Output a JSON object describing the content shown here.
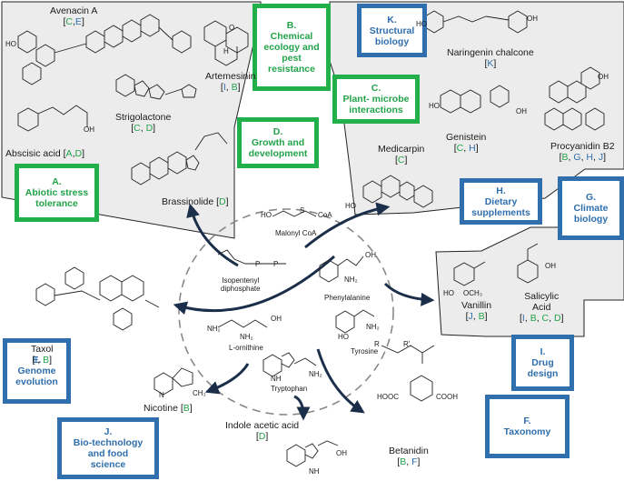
{
  "colors": {
    "green": "#22b04b",
    "blue": "#2f6fad",
    "panel": "#ececec",
    "arrow": "#1c2f4a",
    "text": "#1a1a1a"
  },
  "boxes": {
    "A": "A.\nAbiotic stress\ntolerance",
    "B": "B.\nChemical\necology and\npest\nresistance",
    "C": "C.\nPlant- microbe\ninteractions",
    "D": "D.\nGrowth and\ndevelopment",
    "E": "E.\nGenome\nevolution",
    "F": "F.\nTaxonomy",
    "G": "G.\nClimate\nbiology",
    "H": "H.\nDietary\nsupplements",
    "I": "I.\nDrug\ndesign",
    "J": "J.\nBio-technology\nand food\nscience",
    "K": "K.\nStructural\nbiology"
  },
  "compounds": {
    "avenacin": {
      "name": "Avenacin A",
      "refs": [
        {
          "t": "C",
          "c": "green"
        },
        {
          "t": "E",
          "c": "blue"
        }
      ]
    },
    "artemesinin": {
      "name": "Artemesinin",
      "refs": [
        {
          "t": "I",
          "c": "blue"
        },
        {
          "t": "B",
          "c": "green"
        }
      ]
    },
    "strigolactone": {
      "name": "Strigolactone",
      "refs": [
        {
          "t": "C",
          "c": "green"
        },
        {
          "t": "D",
          "c": "green"
        }
      ]
    },
    "abscisic": {
      "name": "Abscisic acid",
      "refs": [
        {
          "t": "A",
          "c": "green"
        },
        {
          "t": "D",
          "c": "green"
        }
      ]
    },
    "brassinolide": {
      "name": "Brassinolide",
      "refs": [
        {
          "t": "D",
          "c": "green"
        }
      ]
    },
    "naringenin": {
      "name": "Naringenin chalcone",
      "refs": [
        {
          "t": "K",
          "c": "blue"
        }
      ]
    },
    "genistein": {
      "name": "Genistein",
      "refs": [
        {
          "t": "C",
          "c": "green"
        },
        {
          "t": "H",
          "c": "blue"
        }
      ]
    },
    "medicarpin": {
      "name": "Medicarpin",
      "refs": [
        {
          "t": "C",
          "c": "green"
        }
      ]
    },
    "procyanidin": {
      "name": "Procyanidin B2",
      "refs": [
        {
          "t": "B",
          "c": "green"
        },
        {
          "t": "G",
          "c": "blue"
        },
        {
          "t": "H",
          "c": "blue"
        },
        {
          "t": "J",
          "c": "blue"
        }
      ]
    },
    "taxol": {
      "name": "Taxol",
      "refs": [
        {
          "t": "I",
          "c": "blue"
        },
        {
          "t": "B",
          "c": "green"
        }
      ]
    },
    "vanillin": {
      "name": "Vanillin",
      "refs": [
        {
          "t": "J",
          "c": "blue"
        },
        {
          "t": "B",
          "c": "green"
        }
      ]
    },
    "salicylic": {
      "name": "Salicylic\nAcid",
      "refs": [
        {
          "t": "I",
          "c": "blue"
        },
        {
          "t": "B",
          "c": "green"
        },
        {
          "t": "C",
          "c": "green"
        },
        {
          "t": "D",
          "c": "green"
        }
      ]
    },
    "nicotine": {
      "name": "Nicotine",
      "refs": [
        {
          "t": "B",
          "c": "green"
        }
      ]
    },
    "iaa": {
      "name": "Indole acetic acid",
      "refs": [
        {
          "t": "D",
          "c": "green"
        }
      ]
    },
    "betanidin": {
      "name": "Betanidin",
      "refs": [
        {
          "t": "B",
          "c": "green"
        },
        {
          "t": "F",
          "c": "blue"
        }
      ]
    }
  },
  "precursors": {
    "malonyl": "Malonyl CoA",
    "isopentenyl": "Isopentenyl\ndiphosphate",
    "phenylalanine": "Phenylalanine",
    "ornithine": "L-ornithine",
    "tyrosine": "Tyrosine",
    "tryptophan": "Tryptophan"
  },
  "atoms": {
    "nh2": "NH₂",
    "oh": "OH",
    "o": "O",
    "p": "P",
    "s": "S",
    "coa": "CoA",
    "ho": "HO",
    "n": "N",
    "h": "H",
    "ch3": "CH₃",
    "och3": "OCH₃",
    "hooc": "HOOC",
    "cooh": "COOH",
    "r": "R",
    "r2": "R'",
    "nh": "NH"
  }
}
